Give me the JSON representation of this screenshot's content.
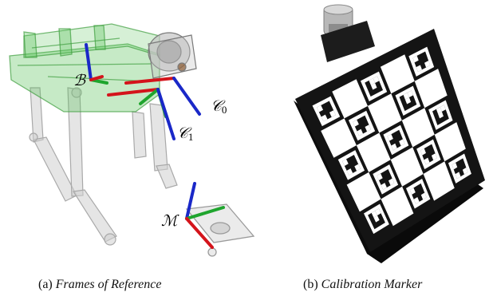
{
  "panel_a": {
    "caption_tag": "(a)",
    "caption_text": "Frames of Reference",
    "frames": {
      "base": "ℬ",
      "camera0_symbol": "𝒞",
      "camera0_sub": "0",
      "camera1_symbol": "𝒞",
      "camera1_sub": "1",
      "marker": "ℳ"
    }
  },
  "panel_b": {
    "caption_tag": "(b)",
    "caption_text": "Calibration Marker"
  },
  "colors": {
    "axis_x": "#d4141b",
    "axis_y": "#1fa52e",
    "axis_z": "#1a28c8",
    "robot_body": "#5cc25c",
    "robot_legs": "#c8c8c8",
    "marker_black": "#141414",
    "marker_white": "#ffffff"
  }
}
